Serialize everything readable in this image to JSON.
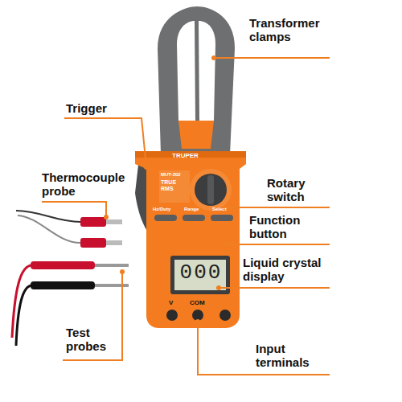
{
  "diagram": {
    "labels": [
      "Transformer clamps",
      "Trigger",
      "Thermocouple probe",
      "Rotary switch",
      "Function button",
      "Liquid crystal display",
      "Test probes",
      "Input terminals",
      "TRUPER",
      "MUT-202",
      "TRUE RMS",
      "000",
      "V",
      "COM",
      "Hz/Duty",
      "Range",
      "Select"
    ]
  }
}
